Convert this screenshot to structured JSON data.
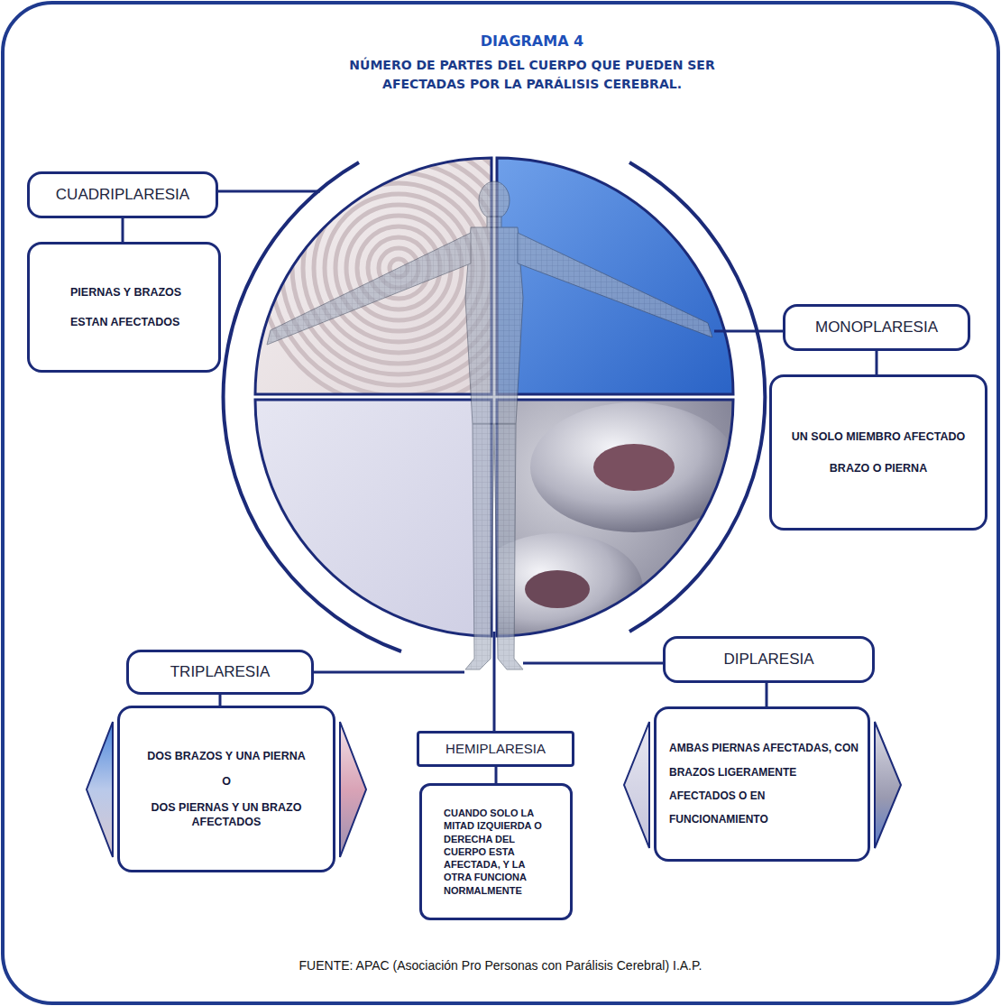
{
  "diagram": {
    "title": "DIAGRAMA 4",
    "caption": "FUENTE: APAC (Asociación Pro Personas con Parálisis Cerebral) I.A.P.",
    "nodes": [
      {
        "text": [
          "CUADRIPLARESIA"
        ]
      },
      {
        "text": [
          "PIERNAS Y BRAZOS ESTAN AFECTADOS"
        ]
      },
      {
        "text": [
          "MONOPLARESIA"
        ]
      },
      {
        "text": [
          "UN SOLO MIEMBRO AFECTADO",
          "BRAZO O PIERNA"
        ]
      },
      {
        "text": [
          "TRIPLARESIA"
        ]
      },
      {
        "text": [
          "DOS BRAZOS Y UNA PIERNA",
          "O",
          "DOS PIERNAS Y UN BRAZO AFECTADOS"
        ]
      },
      {
        "text": [
          "HEMIPLARESIA"
        ]
      },
      {
        "text": [
          "CUANDO SOLO LA MITAD IZQUIERDA O DERECHA DEL CUERPO ESTA AFECTADA, Y LA OTRA FUNCIONA NORMALMENTE"
        ]
      },
      {
        "text": [
          "DIPLARESIA"
        ]
      },
      {
        "text": [
          "AMBAS PIERNAS AFECTADAS, CON BRAZOS LIGERAMENTE AFECTADOS O EN FUNCIONAMIENTO"
        ]
      }
    ],
    "edges": [
      {
        "from": 0,
        "to": 1,
        "arrow": "none"
      },
      {
        "from": 2,
        "to": 3,
        "arrow": "none"
      },
      {
        "from": 4,
        "to": 5,
        "arrow": "none"
      },
      {
        "from": 6,
        "to": 7,
        "arrow": "none"
      },
      {
        "from": 8,
        "to": 9,
        "arrow": "none"
      }
    ],
    "labels": [
      "NÚMERO DE PARTES DEL CUERPO QUE PUEDEN SER AFECTADAS POR LA PARÁLISIS CEREBRAL."
    ]
  }
}
